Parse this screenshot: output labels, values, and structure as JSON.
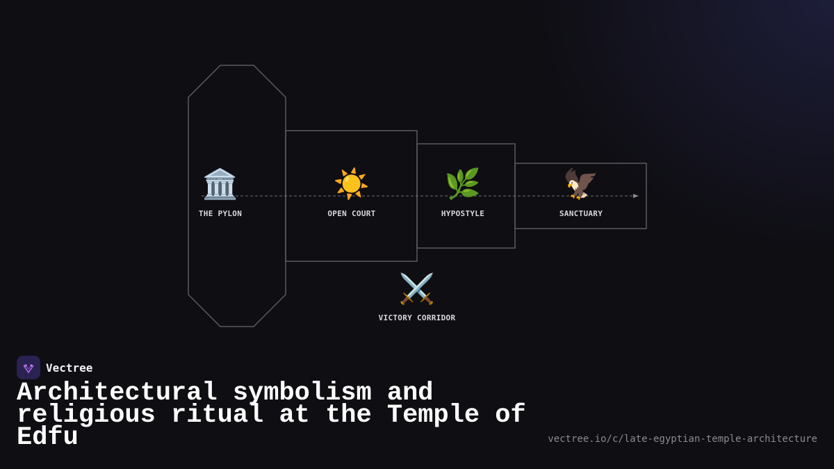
{
  "diagram": {
    "nodes": [
      {
        "id": "pylon",
        "label": "THE PYLON",
        "icon": "🏛️",
        "icon_name": "classical-building-icon"
      },
      {
        "id": "court",
        "label": "OPEN COURT",
        "icon": "☀️",
        "icon_name": "sun-icon"
      },
      {
        "id": "hypostyle",
        "label": "HYPOSTYLE",
        "icon": "🌿",
        "icon_name": "herb-icon"
      },
      {
        "id": "sanctuary",
        "label": "SANCTUARY",
        "icon": "🦅",
        "icon_name": "eagle-icon"
      },
      {
        "id": "corridor",
        "label": "VICTORY CORRIDOR",
        "icon": "⚔️",
        "icon_name": "crossed-swords-icon"
      }
    ],
    "colors": {
      "outline": "#5a5a5f",
      "axis": "#6e6e74",
      "label": "#d8d8dc"
    }
  },
  "brand": {
    "name": "Vectree",
    "logo_color": "#2a2250",
    "logo_accent": "#b068e8"
  },
  "title": "Architectural symbolism and religious ritual at the Temple of Edfu",
  "url": "vectree.io/c/late-egyptian-temple-architecture"
}
